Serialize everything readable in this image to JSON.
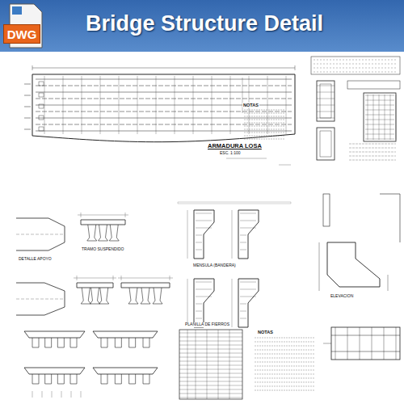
{
  "diagram": {
    "title": "Bridge Structure Detail",
    "nodes": [
      {
        "text": [
          "DWG"
        ]
      }
    ],
    "labels": [
      "ARMADURA LOSA",
      "ESC. 1:100",
      "NOTAS",
      "NOTAS",
      "ELEVACION",
      "PLANILLA DE FIERROS",
      "DETALLE APOYO",
      "TRAMO SUSPENDIDO",
      "MENSULA (BANDERA)"
    ]
  }
}
